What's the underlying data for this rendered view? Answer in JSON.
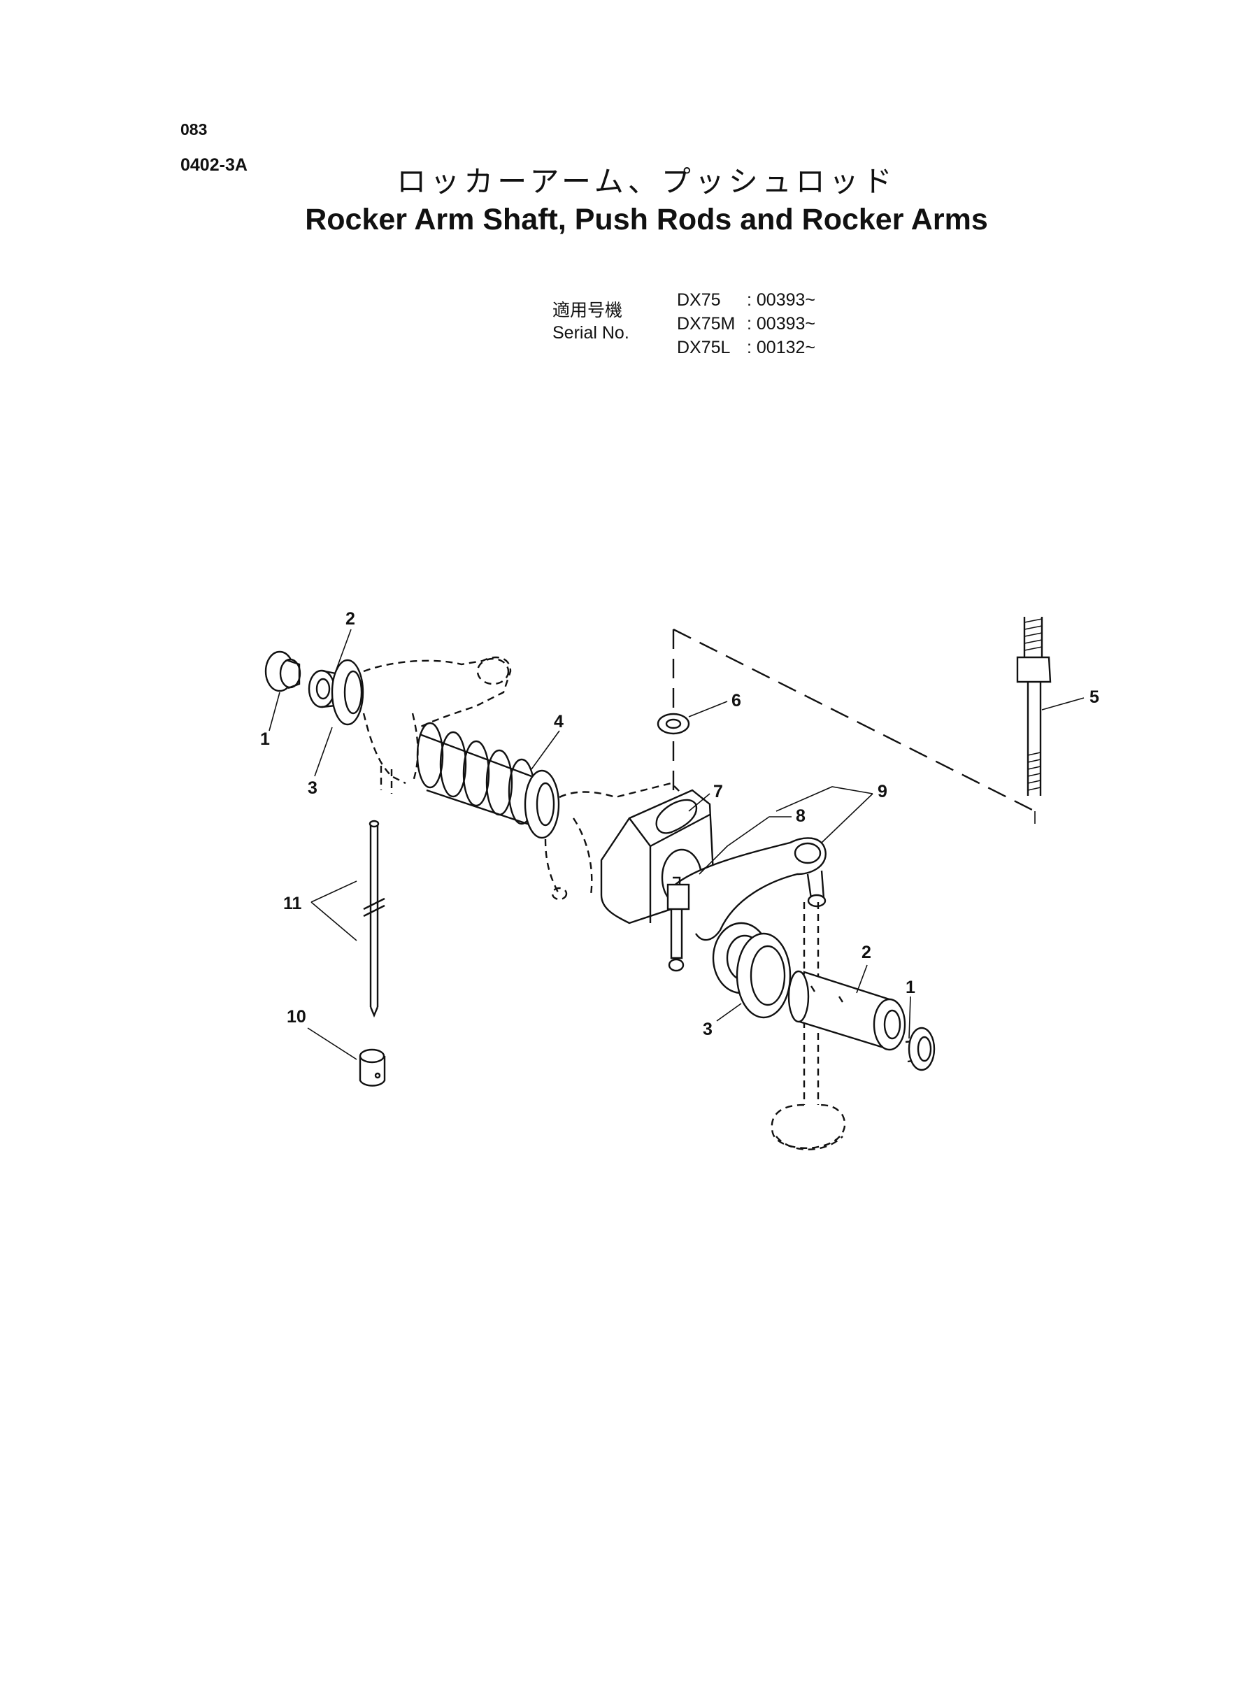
{
  "header": {
    "page_number": "083",
    "group_code": "0402-3A",
    "title_jp": "ロッカーアーム、プッシュロッド",
    "title_en": "Rocker Arm Shaft, Push Rods and Rocker Arms"
  },
  "serial": {
    "label_jp": "適用号機",
    "label_en": "Serial No.",
    "rows": [
      {
        "model": "DX75",
        "number": ": 00393~"
      },
      {
        "model": "DX75M",
        "number": ": 00393~"
      },
      {
        "model": "DX75L",
        "number": ": 00132~"
      }
    ]
  },
  "callouts": {
    "c1a": "1",
    "c2a": "2",
    "c3a": "3",
    "c4": "4",
    "c5": "5",
    "c6": "6",
    "c7": "7",
    "c8": "8",
    "c9": "9",
    "c10": "10",
    "c11": "11",
    "c1b": "1",
    "c2b": "2",
    "c3b": "3"
  }
}
